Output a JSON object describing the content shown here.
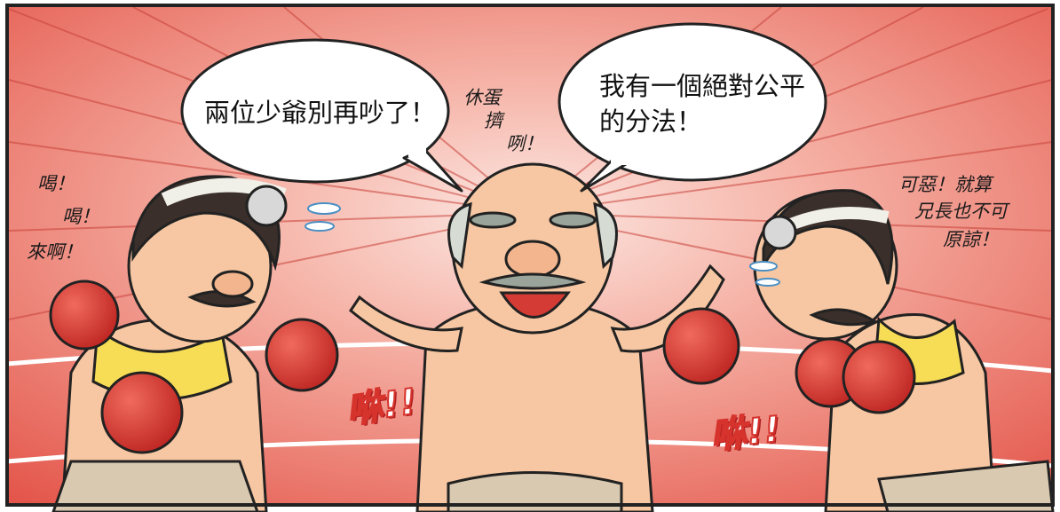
{
  "panel": {
    "bubble_left": "兩位少爺別再吵了！",
    "bubble_right_line1": "我有一個絕對公平",
    "bubble_right_line2": "的分法！",
    "small_mid_line1": "休蛋",
    "small_mid_line2": "擠",
    "small_mid_line3": "咧！",
    "left_shout_line1": "喝！",
    "left_shout_line2": "喝！",
    "left_shout_line3": "來啊！",
    "right_shout_line1": "可惡！就算",
    "right_shout_line2": "兄長也不可",
    "right_shout_line3": "原諒！",
    "sfx_left": "咻!!",
    "sfx_right": "咻!!"
  },
  "colors": {
    "background": "#f08a7c",
    "ring_rope": "#ffffff",
    "glove": "#d72a25",
    "skin": "#f6c7a2",
    "shorts": "#d9c9b0"
  }
}
